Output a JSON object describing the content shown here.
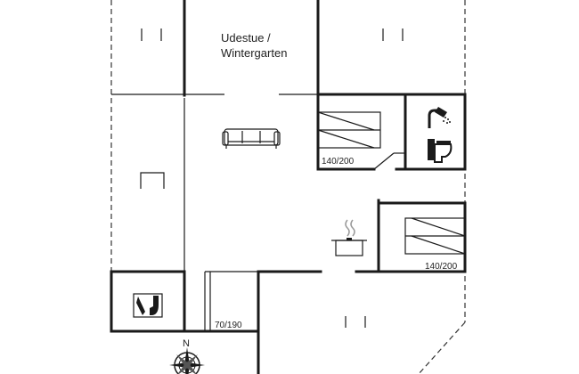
{
  "rooms": {
    "wintergarden_line1": "Udestue /",
    "wintergarden_line2": "Wintergarten"
  },
  "beds": {
    "bed_a": "140/200",
    "bed_b": "140/200",
    "bed_c": "70/190"
  },
  "compass": {
    "north": "N"
  },
  "icons": {
    "sofa": "sofa-icon",
    "shower": "shower-icon",
    "toilet": "toilet-icon",
    "cooking_pot": "cooking-pot-icon",
    "washing_machine": "washing-machine-icon",
    "compass_rose": "compass-rose-icon"
  }
}
